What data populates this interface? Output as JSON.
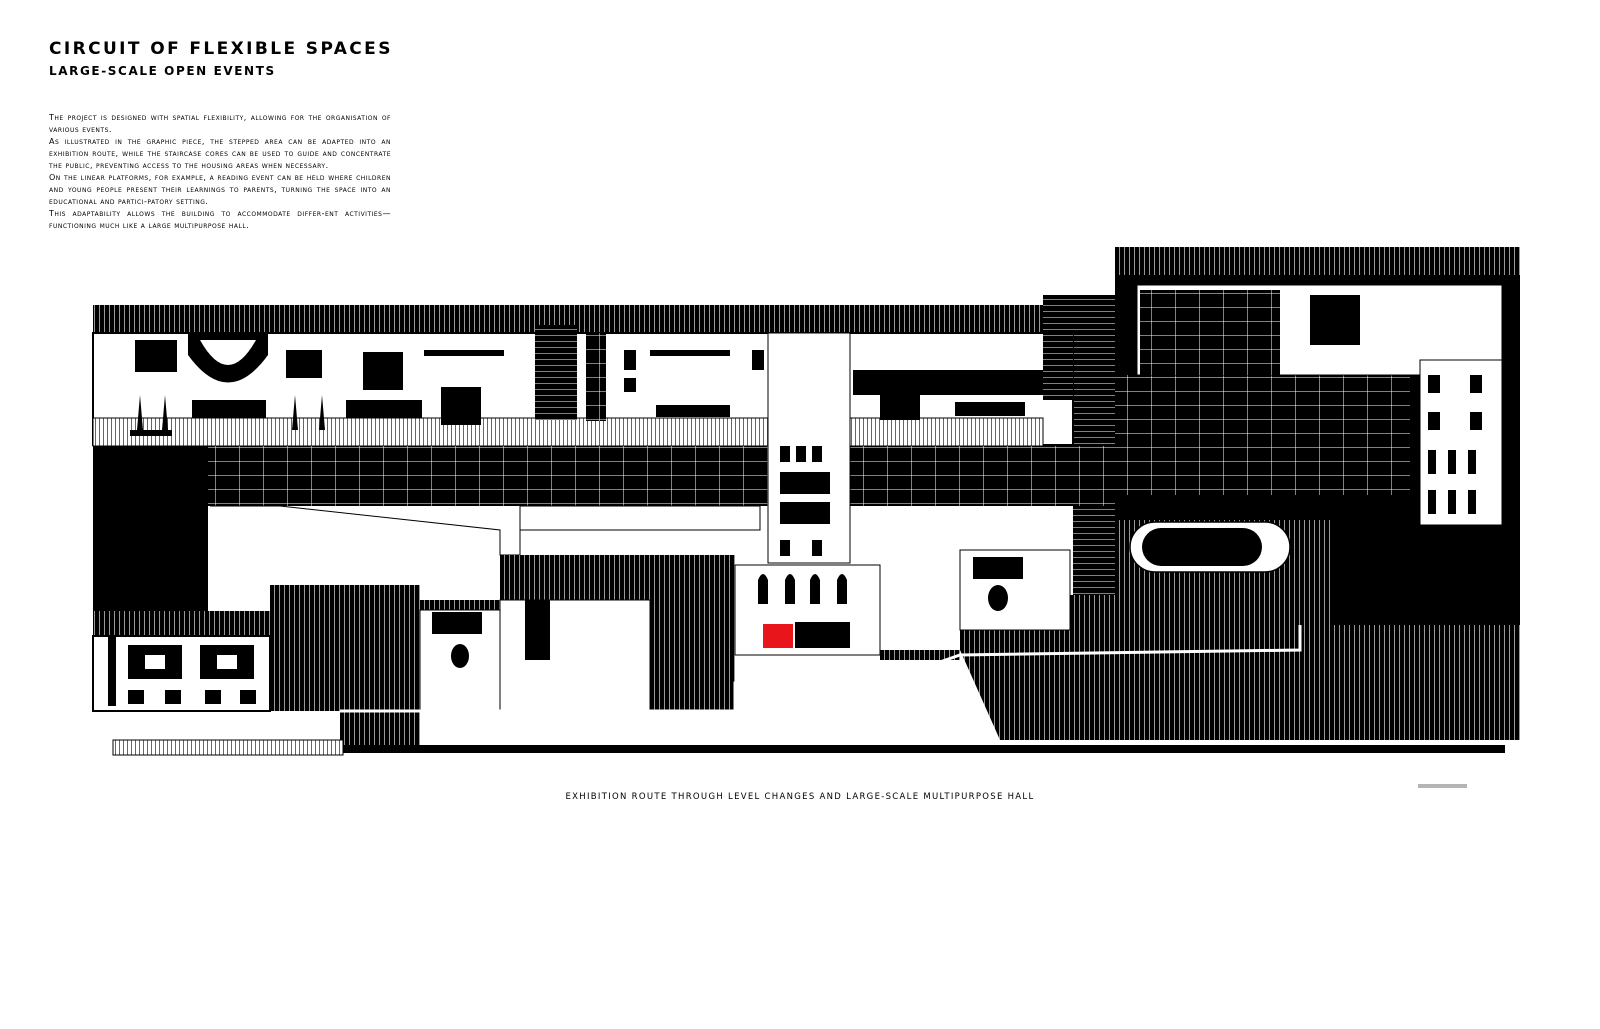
{
  "header": {
    "title": "Circuit of flexible spaces",
    "subtitle": "Large-scale open events"
  },
  "description": {
    "paragraphs": [
      "The project is designed with spatial flexibility, allowing for the organisation of various events.",
      "As illustrated in the graphic piece, the stepped area can be adapted into an exhibition route, while the staircase cores can be used to guide and concentrate the public, preventing access to the housing areas when necessary.",
      "On the linear platforms, for example, a reading event can be held where children and young people present their learnings to parents, turning the space into an educational and partici-patory setting.",
      "This adaptability allows the building to accommodate differ-ent activities—functioning much like a large multipurpose hall."
    ]
  },
  "drawing": {
    "caption": "Exhibition route through level changes and large-scale multipurpose hall",
    "line_color": "#000000",
    "highlight_color": "#e8161b",
    "scale_bar_color": "#b5b5b5"
  }
}
